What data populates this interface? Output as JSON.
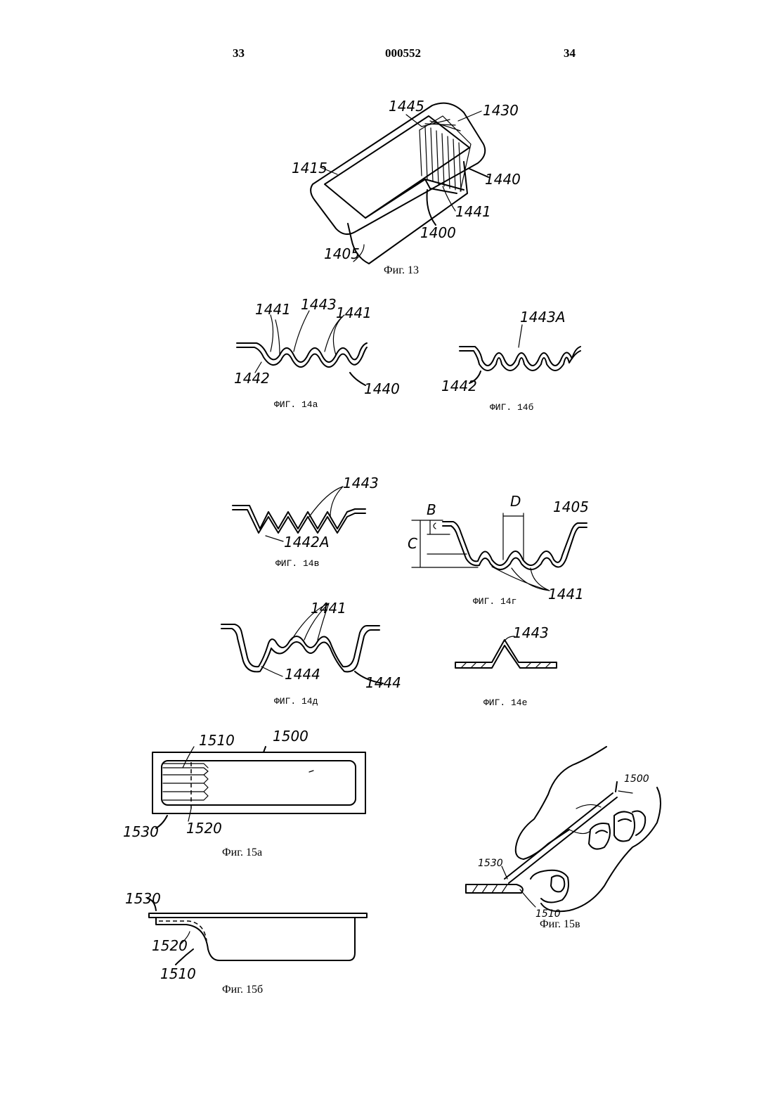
{
  "header": {
    "page_left": "33",
    "doc_number": "000552",
    "page_right": "34"
  },
  "figures": {
    "fig13": {
      "caption": "Фиг. 13",
      "labels": [
        "1445",
        "1430",
        "1415",
        "1440",
        "1441",
        "1400",
        "1405"
      ]
    },
    "fig14a": {
      "caption": "ФИГ. 14а",
      "labels": [
        "1441",
        "1443",
        "1441",
        "1442",
        "1440"
      ]
    },
    "fig14b": {
      "caption": "ФИГ. 14б",
      "labels": [
        "1443A",
        "1442"
      ]
    },
    "fig14v": {
      "caption": "ФИГ. 14в",
      "labels": [
        "1443",
        "1442A"
      ]
    },
    "fig14g": {
      "caption": "ФИГ. 14г",
      "labels": [
        "B",
        "D",
        "1405",
        "C",
        "1441"
      ]
    },
    "fig14d": {
      "caption": "ФИГ. 14д",
      "labels": [
        "1441",
        "1444",
        "1444"
      ]
    },
    "fig14e": {
      "caption": "ФИГ. 14е",
      "labels": [
        "1443"
      ]
    },
    "fig15a": {
      "caption": "Фиг. 15а",
      "labels": [
        "1510",
        "1500",
        "1530",
        "1520"
      ]
    },
    "fig15b": {
      "caption": "Фиг. 15б",
      "labels": [
        "1530",
        "1520",
        "1510"
      ]
    },
    "fig15v": {
      "caption": "Фиг. 15в",
      "labels": [
        "1500",
        "1530",
        "1510"
      ]
    }
  }
}
